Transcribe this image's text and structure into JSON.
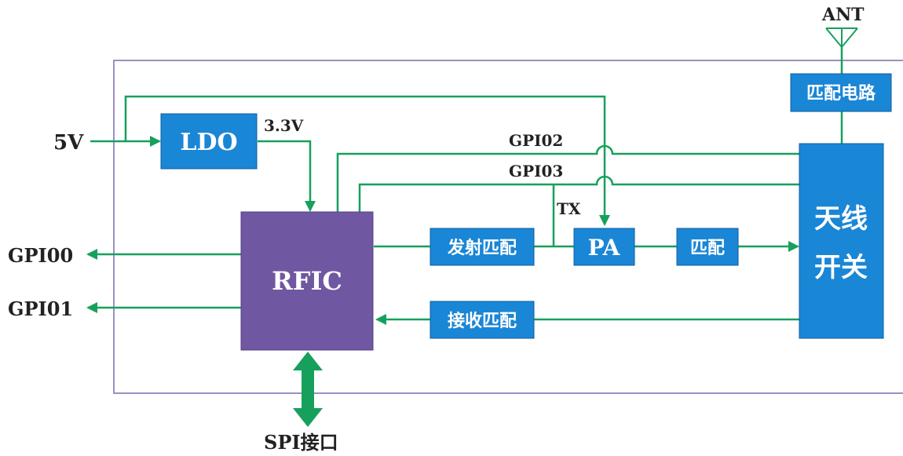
{
  "blocks": {
    "ldo": "LDO",
    "rfic": "RFIC",
    "pa": "PA",
    "tx_match": "发射匹配",
    "match": "匹配",
    "rx_match": "接收匹配",
    "ant_match": "匹配电路",
    "switch_line1": "天线",
    "switch_line2": "开关"
  },
  "labels": {
    "v5": "5V",
    "v33": "3.3V",
    "gpio2": "GPI02",
    "gpio3": "GPI03",
    "tx": "TX",
    "ant": "ANT",
    "gpio0": "GPI00",
    "gpio1": "GPI01",
    "spi": "SPI接口"
  },
  "colors": {
    "block_blue": "#1a86d6",
    "rfic_purple": "#7057a1",
    "wire_green": "#17a05c",
    "frame": "#9c8fc2"
  }
}
